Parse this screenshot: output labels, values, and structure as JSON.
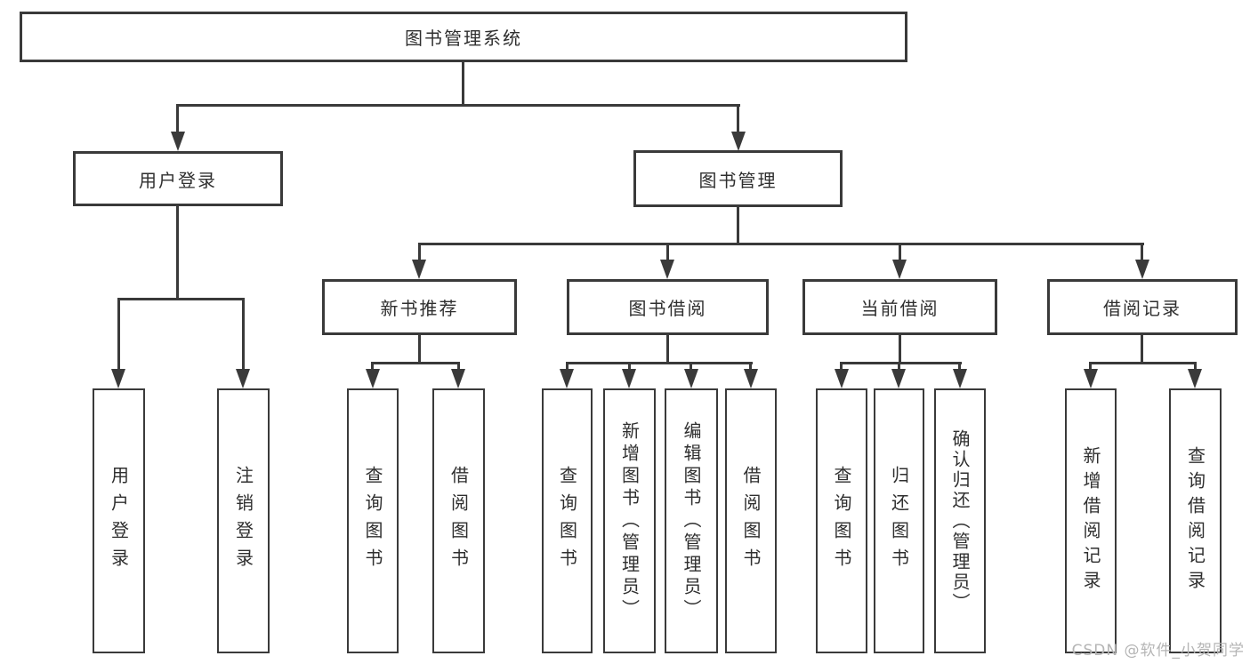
{
  "tree": {
    "root": {
      "label": "图书管理系统",
      "children": [
        {
          "label": "用户登录",
          "children": [
            {
              "label": "用户登录"
            },
            {
              "label": "注销登录"
            }
          ]
        },
        {
          "label": "图书管理",
          "children": [
            {
              "label": "新书推荐",
              "children": [
                {
                  "label": "查询图书"
                },
                {
                  "label": "借阅图书"
                }
              ]
            },
            {
              "label": "图书借阅",
              "children": [
                {
                  "label": "查询图书"
                },
                {
                  "label": "新增图书（管理员）"
                },
                {
                  "label": "编辑图书（管理员）"
                },
                {
                  "label": "借阅图书"
                }
              ]
            },
            {
              "label": "当前借阅",
              "children": [
                {
                  "label": "查询图书"
                },
                {
                  "label": "归还图书"
                },
                {
                  "label": "确认归还（管理员）"
                }
              ]
            },
            {
              "label": "借阅记录",
              "children": [
                {
                  "label": "新增借阅记录"
                },
                {
                  "label": "查询借阅记录"
                }
              ]
            }
          ]
        }
      ]
    }
  },
  "watermark": {
    "text": "CSDN @软件_小贺同学"
  },
  "colors": {
    "line": "#3a3a3a",
    "text": "#2f2f2f",
    "watermark": "#b5b5b5",
    "background": "#ffffff"
  }
}
